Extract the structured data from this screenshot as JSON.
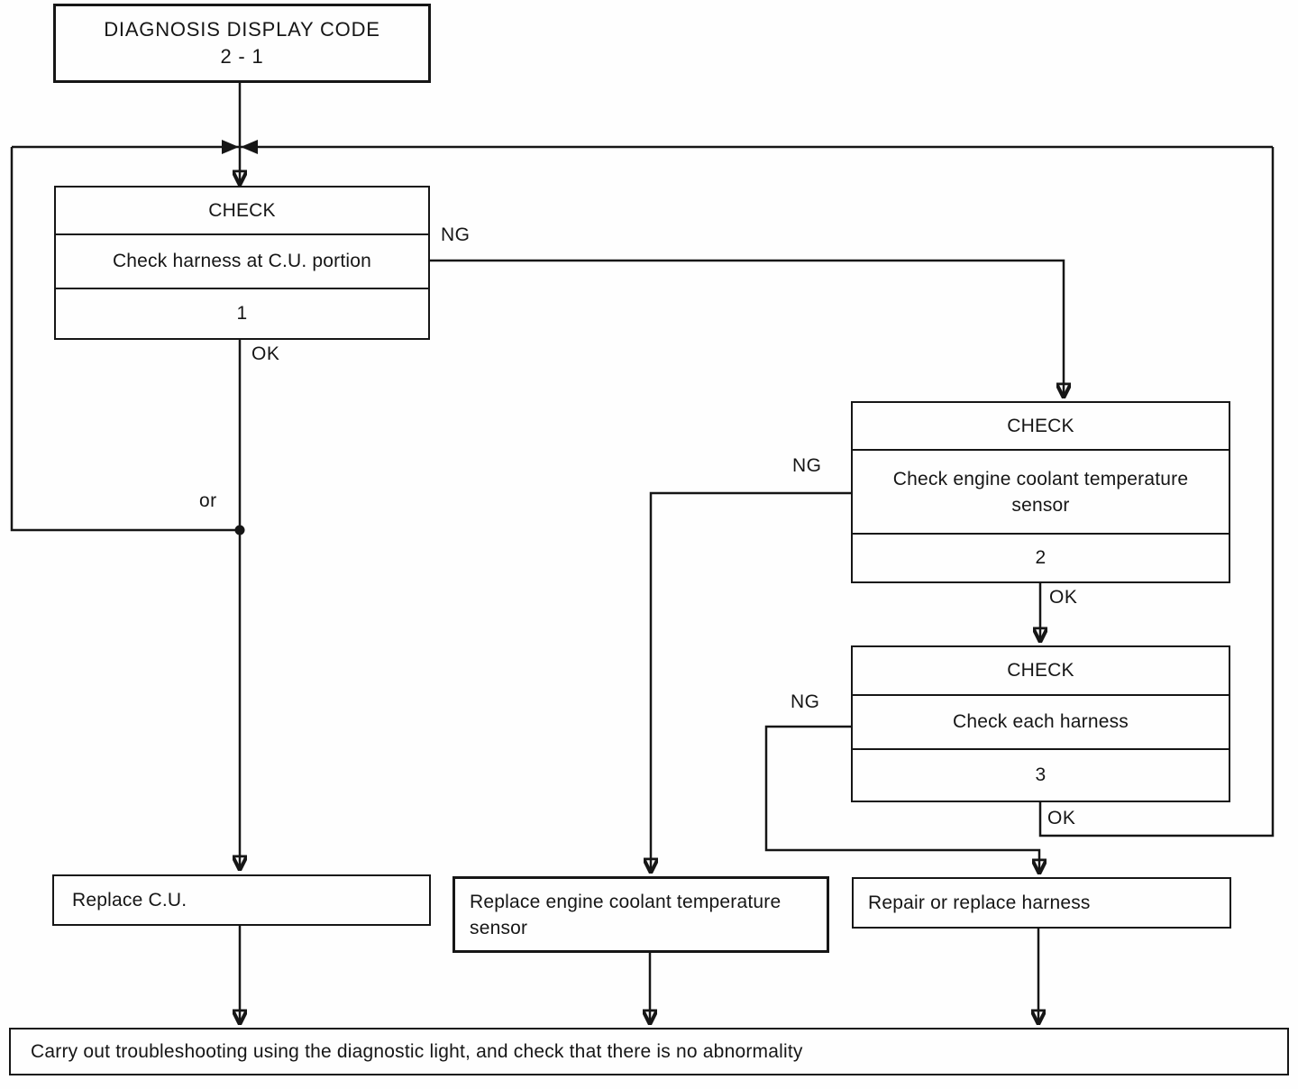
{
  "flowchart": {
    "start": {
      "title": "DIAGNOSIS DISPLAY CODE",
      "code": "2 - 1"
    },
    "checks": [
      {
        "header": "CHECK",
        "description": "Check harness at C.U. portion",
        "step": "1",
        "ng_label": "NG",
        "ok_label": "OK"
      },
      {
        "header": "CHECK",
        "description": "Check engine coolant temperature sensor",
        "step": "2",
        "ng_label": "NG",
        "ok_label": "OK"
      },
      {
        "header": "CHECK",
        "description": "Check each harness",
        "step": "3",
        "ng_label": "NG",
        "ok_label": "OK"
      }
    ],
    "or_label": "or",
    "actions": [
      {
        "label": "Replace C.U."
      },
      {
        "label": "Replace engine coolant temperature sensor"
      },
      {
        "label": "Repair or replace harness"
      }
    ],
    "final_note": "Carry out troubleshooting using the diagnostic light, and check that there is no abnormality"
  }
}
